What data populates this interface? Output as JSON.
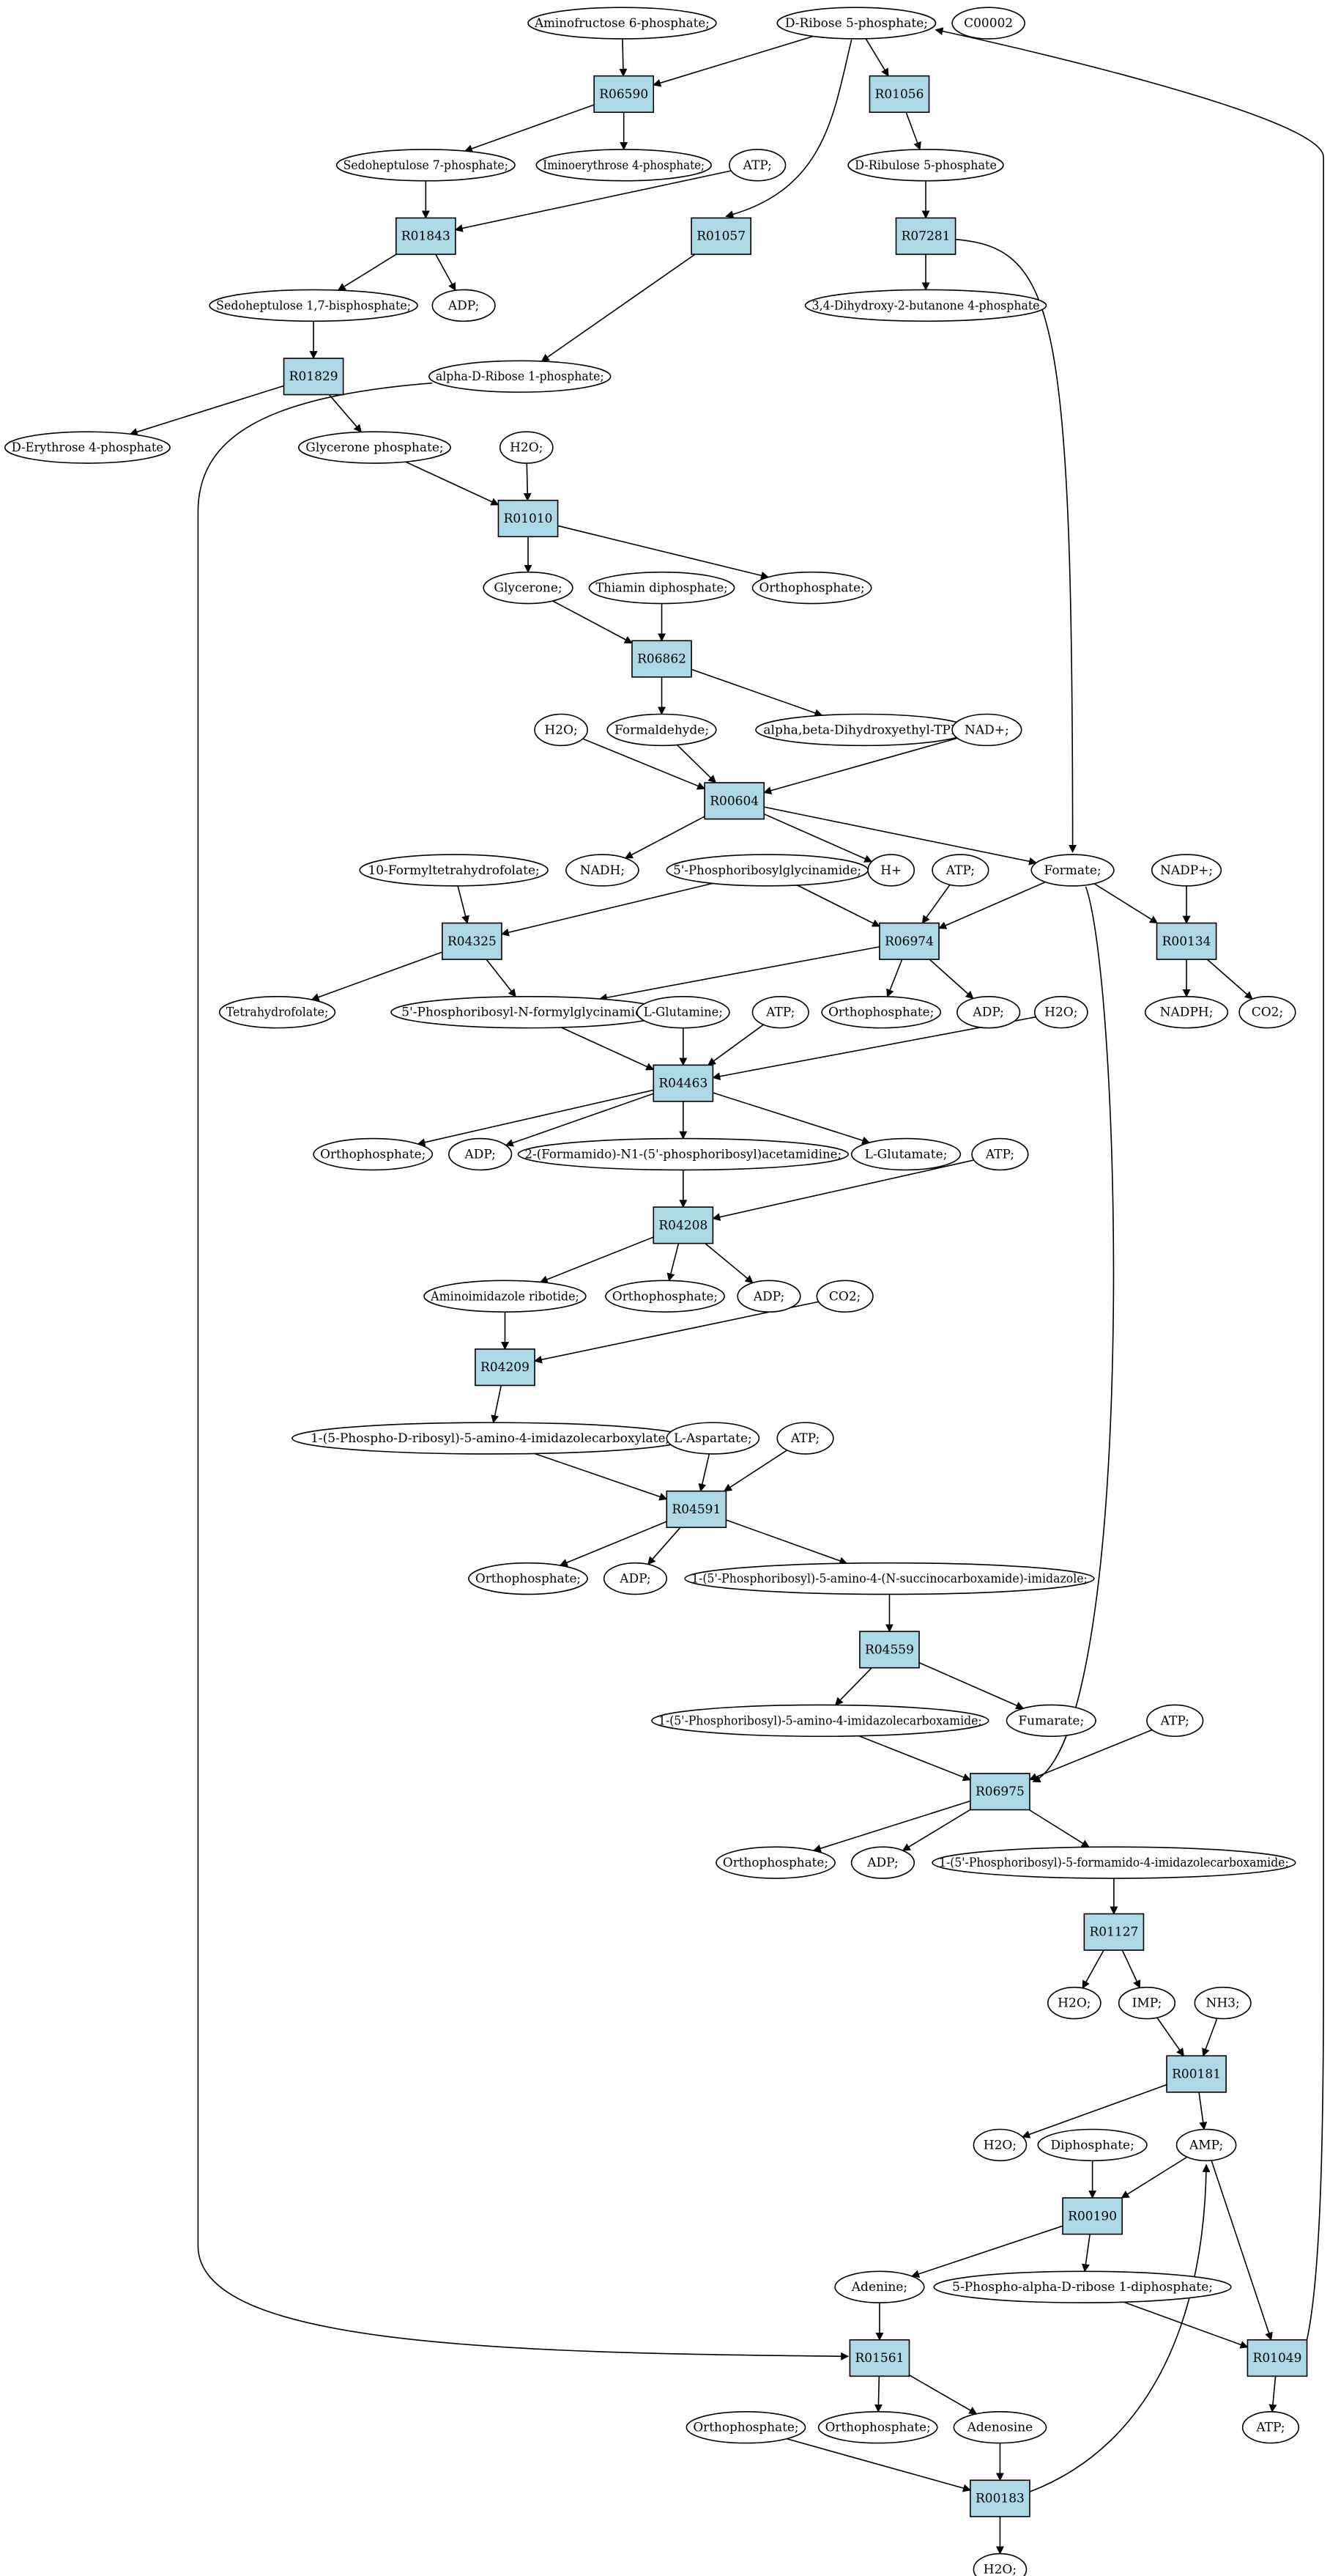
{
  "colors": {
    "reaction_fill": "#add8e6",
    "start_fill": "#00ee00",
    "highlight_fill": "#ffff00",
    "compound_fill": "#ffffff"
  },
  "nodes": {
    "n_aminofructose": "Aminofructose 6-phosphate;",
    "n_dribose": "D-Ribose 5-phosphate;",
    "n_c00002": "C00002",
    "r_R06590": "R06590",
    "r_R01056": "R01056",
    "n_sedo7p": "Sedoheptulose 7-phosphate;",
    "n_iminoery": "Iminoerythrose 4-phosphate;",
    "n_atp_1": "ATP;",
    "n_dribulose": "D-Ribulose 5-phosphate",
    "r_R01843": "R01843",
    "r_R01057": "R01057",
    "r_R07281": "R07281",
    "n_sedo17": "Sedoheptulose 1,7-bisphosphate;",
    "n_adp_1": "ADP;",
    "n_dihydroxy": "3,4-Dihydroxy-2-butanone 4-phosphate",
    "r_R01829": "R01829",
    "n_alpharib": "alpha-D-Ribose 1-phosphate;",
    "n_derythrose": "D-Erythrose 4-phosphate",
    "n_glycerone_p": "Glycerone phosphate;",
    "n_h2o_1": "H2O;",
    "r_R01010": "R01010",
    "n_glycerone": "Glycerone;",
    "n_ortho_1": "Orthophosphate;",
    "n_thiamin": "Thiamin diphosphate;",
    "r_R06862": "R06862",
    "n_h2o_2": "H2O;",
    "n_formaldehyde": "Formaldehyde;",
    "n_alphabeta": "alpha,beta-Dihydroxyethyl-TPP;",
    "n_nad": "NAD+;",
    "r_R00604": "R00604",
    "n_10formyl": "10-Formyltetrahydrofolate;",
    "n_nadh": "NADH;",
    "n_5phosgly": "5'-Phosphoribosylglycinamide;",
    "n_hplus": "H+",
    "n_atp_2": "ATP;",
    "n_formate": "Formate;",
    "n_nadpplus": "NADP+;",
    "r_R04325": "R04325",
    "r_R06974": "R06974",
    "r_R00134": "R00134",
    "n_thf": "Tetrahydrofolate;",
    "n_5pfgar": "5'-Phosphoribosyl-N-formylglycinamide;",
    "n_ortho_2": "Orthophosphate;",
    "n_adp_2": "ADP;",
    "n_nadph": "NADPH;",
    "n_co2_1": "CO2;",
    "n_lglutamine": "L-Glutamine;",
    "n_atp_3": "ATP;",
    "n_h2o_3": "H2O;",
    "r_R04463": "R04463",
    "n_ortho_3": "Orthophosphate;",
    "n_adp_3": "ADP;",
    "n_fgam": "2-(Formamido)-N1-(5'-phosphoribosyl)acetamidine;",
    "n_lglutamate": "L-Glutamate;",
    "n_atp_4": "ATP;",
    "r_R04208": "R04208",
    "n_air": "Aminoimidazole ribotide;",
    "n_ortho_4": "Orthophosphate;",
    "n_adp_4": "ADP;",
    "n_co2_2": "CO2;",
    "r_R04209": "R04209",
    "n_cair": "1-(5-Phospho-D-ribosyl)-5-amino-4-imidazolecarboxylate;",
    "n_laspartate": "L-Aspartate;",
    "n_atp_5": "ATP;",
    "r_R04591": "R04591",
    "n_ortho_5": "Orthophosphate;",
    "n_adp_5": "ADP;",
    "n_saicar": "1-(5'-Phosphoribosyl)-5-amino-4-(N-succinocarboxamide)-imidazole;",
    "r_R04559": "R04559",
    "n_aicar": "1-(5'-Phosphoribosyl)-5-amino-4-imidazolecarboxamide;",
    "n_fumarate": "Fumarate;",
    "n_atp_6": "ATP;",
    "r_R06975": "R06975",
    "n_ortho_6": "Orthophosphate;",
    "n_adp_6": "ADP;",
    "n_faicar": "1-(5'-Phosphoribosyl)-5-formamido-4-imidazolecarboxamide;",
    "r_R01127": "R01127",
    "n_h2o_4": "H2O;",
    "n_imp": "IMP;",
    "n_nh3": "NH3;",
    "r_R00181": "R00181",
    "n_h2o_5": "H2O;",
    "n_diphosphate": "Diphosphate;",
    "n_amp": "AMP;",
    "r_R00190": "R00190",
    "n_adenine": "Adenine;",
    "n_prpp": "5-Phospho-alpha-D-ribose 1-diphosphate;",
    "r_R01561": "R01561",
    "r_R01049": "R01049",
    "n_ortho_7": "Orthophosphate;",
    "n_ortho_8": "Orthophosphate;",
    "n_adenosine": "Adenosine",
    "n_atp_7": "ATP;",
    "r_R00183": "R00183",
    "n_h2o_6": "H2O;"
  }
}
